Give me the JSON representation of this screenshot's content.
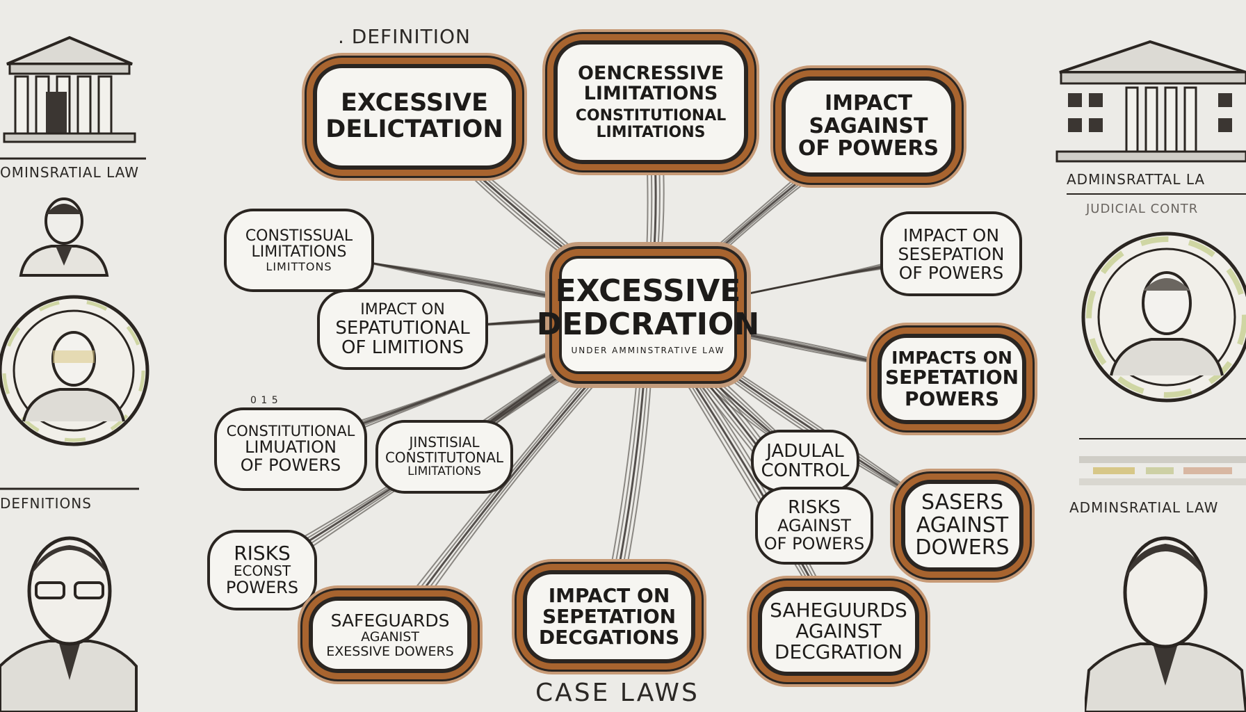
{
  "labels": {
    "top_definition": ". DEFINITION",
    "bottom_case_laws": "CASE LAWS",
    "left_admin_law": "OMINSRATIAL LAW",
    "left_definitions": "DEFNITIONS",
    "left_seal_number": "0 1 5",
    "right_admin_law_top": "ADMINSRATTAL LA",
    "right_judicial_control": "JUDICIAL CONTR",
    "right_admin_law_bottom": "ADMINSRATIAL LAW"
  },
  "center": {
    "lines": [
      "EXCESSIVE",
      "DEDCRATION"
    ],
    "sub": "UNDER AMMINSTRATIVE LAW"
  },
  "nodes": {
    "excessive_delictation": {
      "lines": [
        "EXCESSIVE",
        "DELICTATION"
      ]
    },
    "oncressive_limitations": {
      "lines": [
        "OENCRESSIVE",
        "LIMITATIONS",
        "CONSTITUTIONAL",
        "LIMITATIONS"
      ]
    },
    "impact_sagainst": {
      "lines": [
        "IMPACT",
        "SAGAINST",
        "OF POWERS"
      ]
    },
    "constissual_limitations": {
      "lines": [
        "CONSTISSUAL",
        "LIMITATIONS",
        "LIMITTONS"
      ]
    },
    "impact_sepatutional": {
      "lines": [
        "IMPACT ON",
        "SEPATUTIONAL",
        "OF LIMITIONS"
      ]
    },
    "constitutional_limuation": {
      "lines": [
        "CONSTITUTIONAL",
        "LIMUATION",
        "OF POWERS"
      ]
    },
    "jinstisial": {
      "lines": [
        "JINSTISIAL",
        "CONSTITUTONAL",
        "LIMITATIONS"
      ]
    },
    "risks_econst": {
      "lines": [
        "RISKS",
        "ECONST",
        "POWERS"
      ]
    },
    "safeguards_excessive": {
      "lines": [
        "SAFEGUARDS",
        "AGANIST",
        "EXESSIVE DOWERS"
      ]
    },
    "impact_sepetation_decgations": {
      "lines": [
        "IMPACT ON",
        "SEPETATION",
        "DECGATIONS"
      ]
    },
    "impact_sesepation": {
      "lines": [
        "IMPACT ON",
        "SESEPATION",
        "OF POWERS"
      ]
    },
    "impacts_sepetation_powers": {
      "lines": [
        "IMPACTS ON",
        "SEPETATION",
        "POWERS"
      ]
    },
    "jadulal_control": {
      "lines": [
        "JADULAL",
        "CONTROL"
      ]
    },
    "risks_against": {
      "lines": [
        "RISKS",
        "AGAINST",
        "OF POWERS"
      ]
    },
    "sasers_against": {
      "lines": [
        "SASERS",
        "AGAINST",
        "DOWERS"
      ]
    },
    "sahegulrds_against": {
      "lines": [
        "SAHEGUURDS",
        "AGAINST",
        "DECGRATION"
      ]
    }
  },
  "colors": {
    "background": "#ecebe7",
    "ink": "#2a2521",
    "ornament_rust": "#a8642f",
    "ornament_light": "#c79a76",
    "seal_green": "#cfd6a3"
  }
}
